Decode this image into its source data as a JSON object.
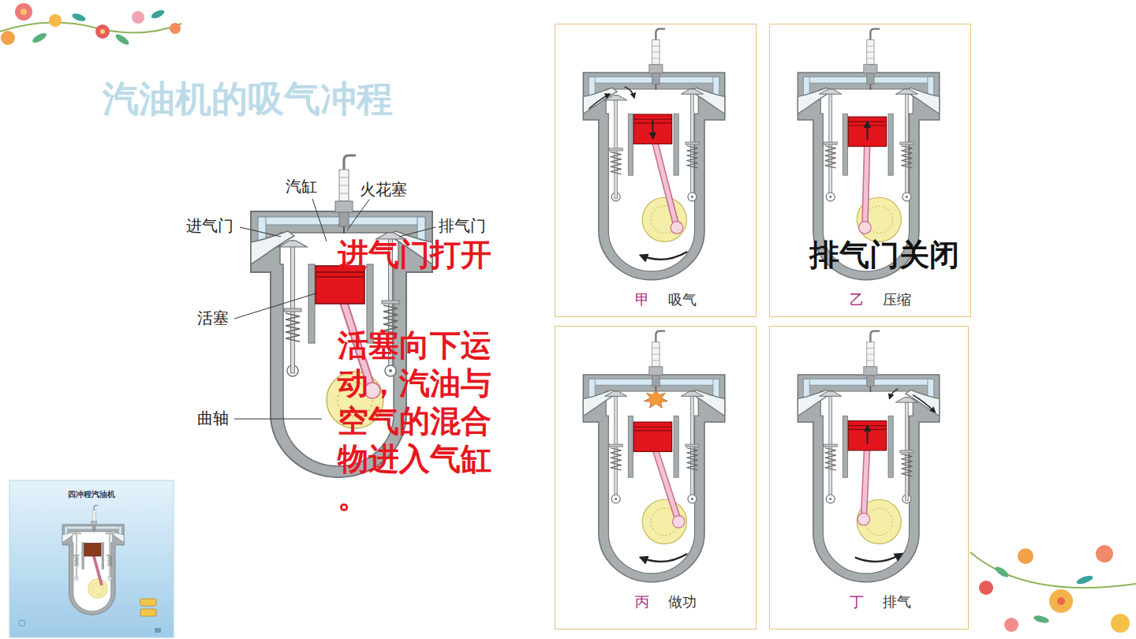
{
  "diagram": {
    "title": "汽油机的吸气冲程",
    "nodes": [
      {
        "text": [
          "甲",
          "吸气"
        ]
      },
      {
        "text": [
          "乙",
          "压缩",
          "排气门关闭"
        ]
      },
      {
        "text": [
          "丙",
          "做功"
        ]
      },
      {
        "text": [
          "丁",
          "排气"
        ]
      },
      {
        "text": [
          "四冲程汽油机"
        ]
      }
    ],
    "labels": [
      "汽缸",
      "火花塞",
      "进气门",
      "排气门",
      "活塞",
      "曲轴",
      "进气门打开",
      "活塞向下运动，汽油与空气的混合物进入气缸。"
    ]
  }
}
